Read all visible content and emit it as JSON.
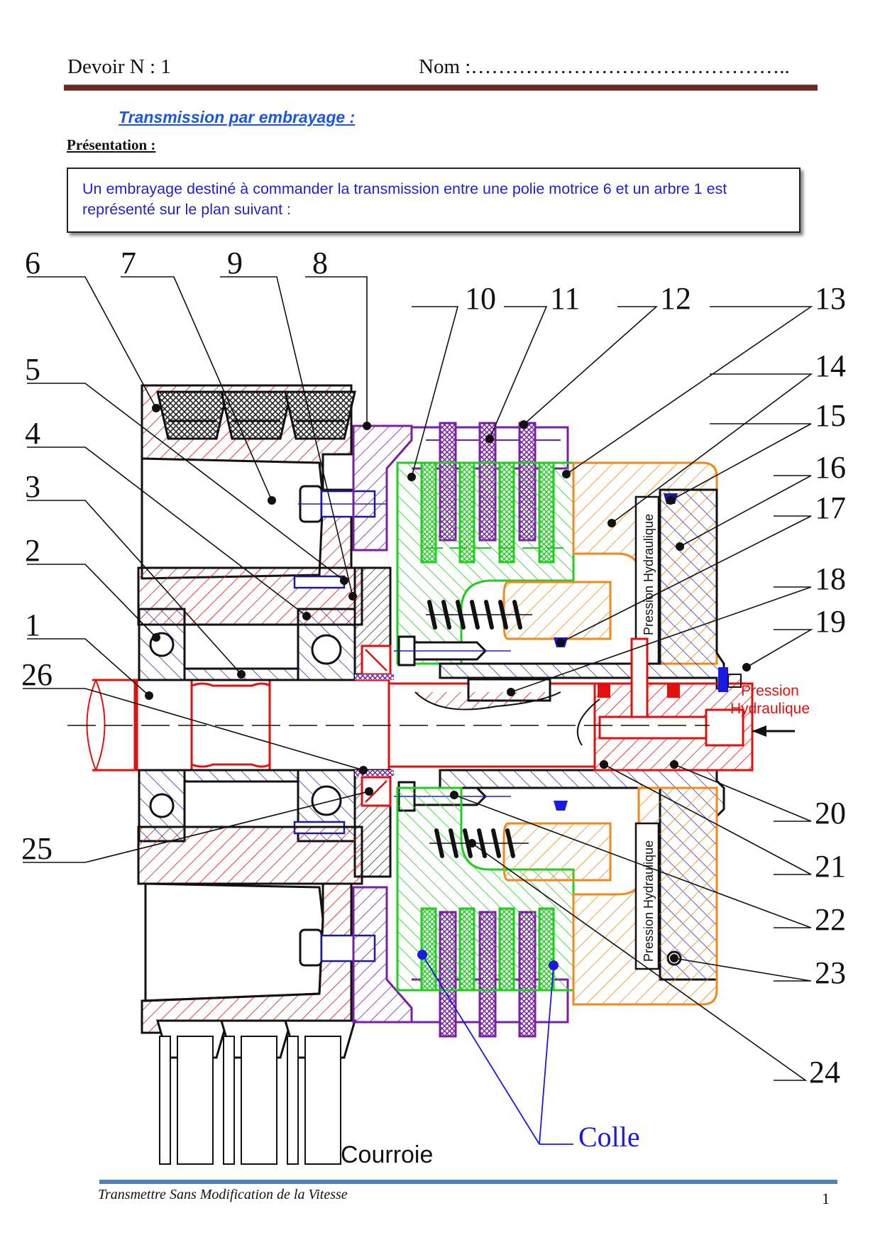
{
  "header": {
    "assignment": "Devoir N : 1",
    "name_field": "Nom :……………………………………….."
  },
  "section": {
    "title": "Transmission par embrayage :",
    "subtitle": "Présentation :"
  },
  "intro": {
    "text": "Un embrayage destiné à commander la transmission entre une polie motrice 6 et un arbre 1 est représenté sur le plan suivant :"
  },
  "drawing": {
    "colors": {
      "pulley_shaft": "#e31010",
      "bearings_body": "#1a1aa0",
      "bell": "#7a1fa2",
      "hub_discs": "#22cc22",
      "piston": "#f08a1c",
      "seals": "#1a1ae0"
    },
    "callouts_left": [
      "6",
      "7",
      "9",
      "8",
      "5",
      "4",
      "3",
      "2",
      "1",
      "26",
      "25"
    ],
    "callouts_right": [
      "10",
      "11",
      "12",
      "13",
      "14",
      "15",
      "16",
      "17",
      "18",
      "19",
      "20",
      "21",
      "22",
      "23",
      "24"
    ],
    "labels": {
      "pression_hydraulique_red": [
        "Pression",
        "Hydraulique"
      ],
      "pression_hydraulique_vertical": "Pression Hydraulique",
      "colle": "Colle",
      "courroie": "Courroie"
    }
  },
  "footer": {
    "text": "Transmettre Sans Modification de la Vitesse",
    "page": "1"
  }
}
